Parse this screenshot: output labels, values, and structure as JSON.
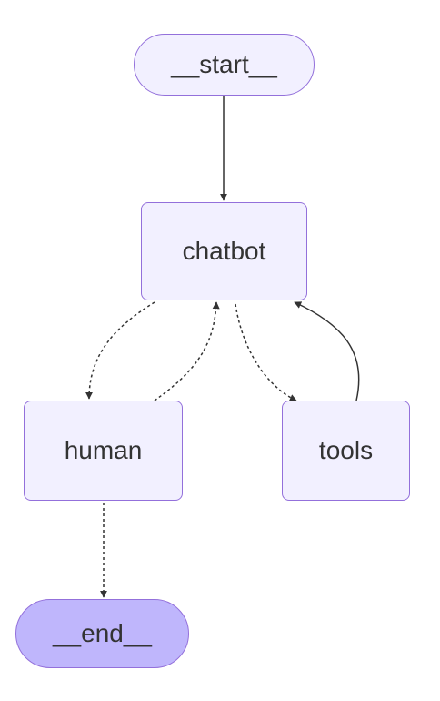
{
  "nodes": {
    "start": {
      "label": "__start__"
    },
    "chatbot": {
      "label": "chatbot"
    },
    "human": {
      "label": "human"
    },
    "tools": {
      "label": "tools"
    },
    "end": {
      "label": "__end__"
    }
  },
  "edges": [
    {
      "from": "__start__",
      "to": "chatbot",
      "style": "solid"
    },
    {
      "from": "chatbot",
      "to": "human",
      "style": "dashed"
    },
    {
      "from": "human",
      "to": "chatbot",
      "style": "dashed"
    },
    {
      "from": "chatbot",
      "to": "tools",
      "style": "dashed"
    },
    {
      "from": "tools",
      "to": "chatbot",
      "style": "solid"
    },
    {
      "from": "human",
      "to": "__end__",
      "style": "dashed"
    }
  ],
  "colors": {
    "node_fill": "#f2f0ff",
    "node_border": "#9370db",
    "end_fill": "#bfb6fc",
    "edge": "#333333",
    "text": "#333333"
  }
}
